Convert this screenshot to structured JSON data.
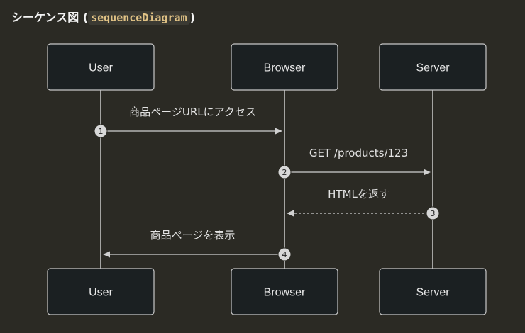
{
  "heading": {
    "prefix": "シーケンス図 (",
    "code": "sequenceDiagram",
    "suffix": ")"
  },
  "participants": [
    {
      "id": "user",
      "label": "User"
    },
    {
      "id": "browser",
      "label": "Browser"
    },
    {
      "id": "server",
      "label": "Server"
    }
  ],
  "messages": [
    {
      "seq": "1",
      "from": "user",
      "to": "browser",
      "label": "商品ページURLにアクセス",
      "style": "solid"
    },
    {
      "seq": "2",
      "from": "browser",
      "to": "server",
      "label": "GET /products/123",
      "style": "solid"
    },
    {
      "seq": "3",
      "from": "server",
      "to": "browser",
      "label": "HTMLを返す",
      "style": "dashed"
    },
    {
      "seq": "4",
      "from": "browser",
      "to": "user",
      "label": "商品ページを表示",
      "style": "solid"
    }
  ],
  "colors": {
    "background": "#2b2a24",
    "actor_fill": "#1b2022",
    "actor_stroke": "#c8c8c8",
    "line": "#d0d0d0",
    "code_text": "#e0c285"
  }
}
